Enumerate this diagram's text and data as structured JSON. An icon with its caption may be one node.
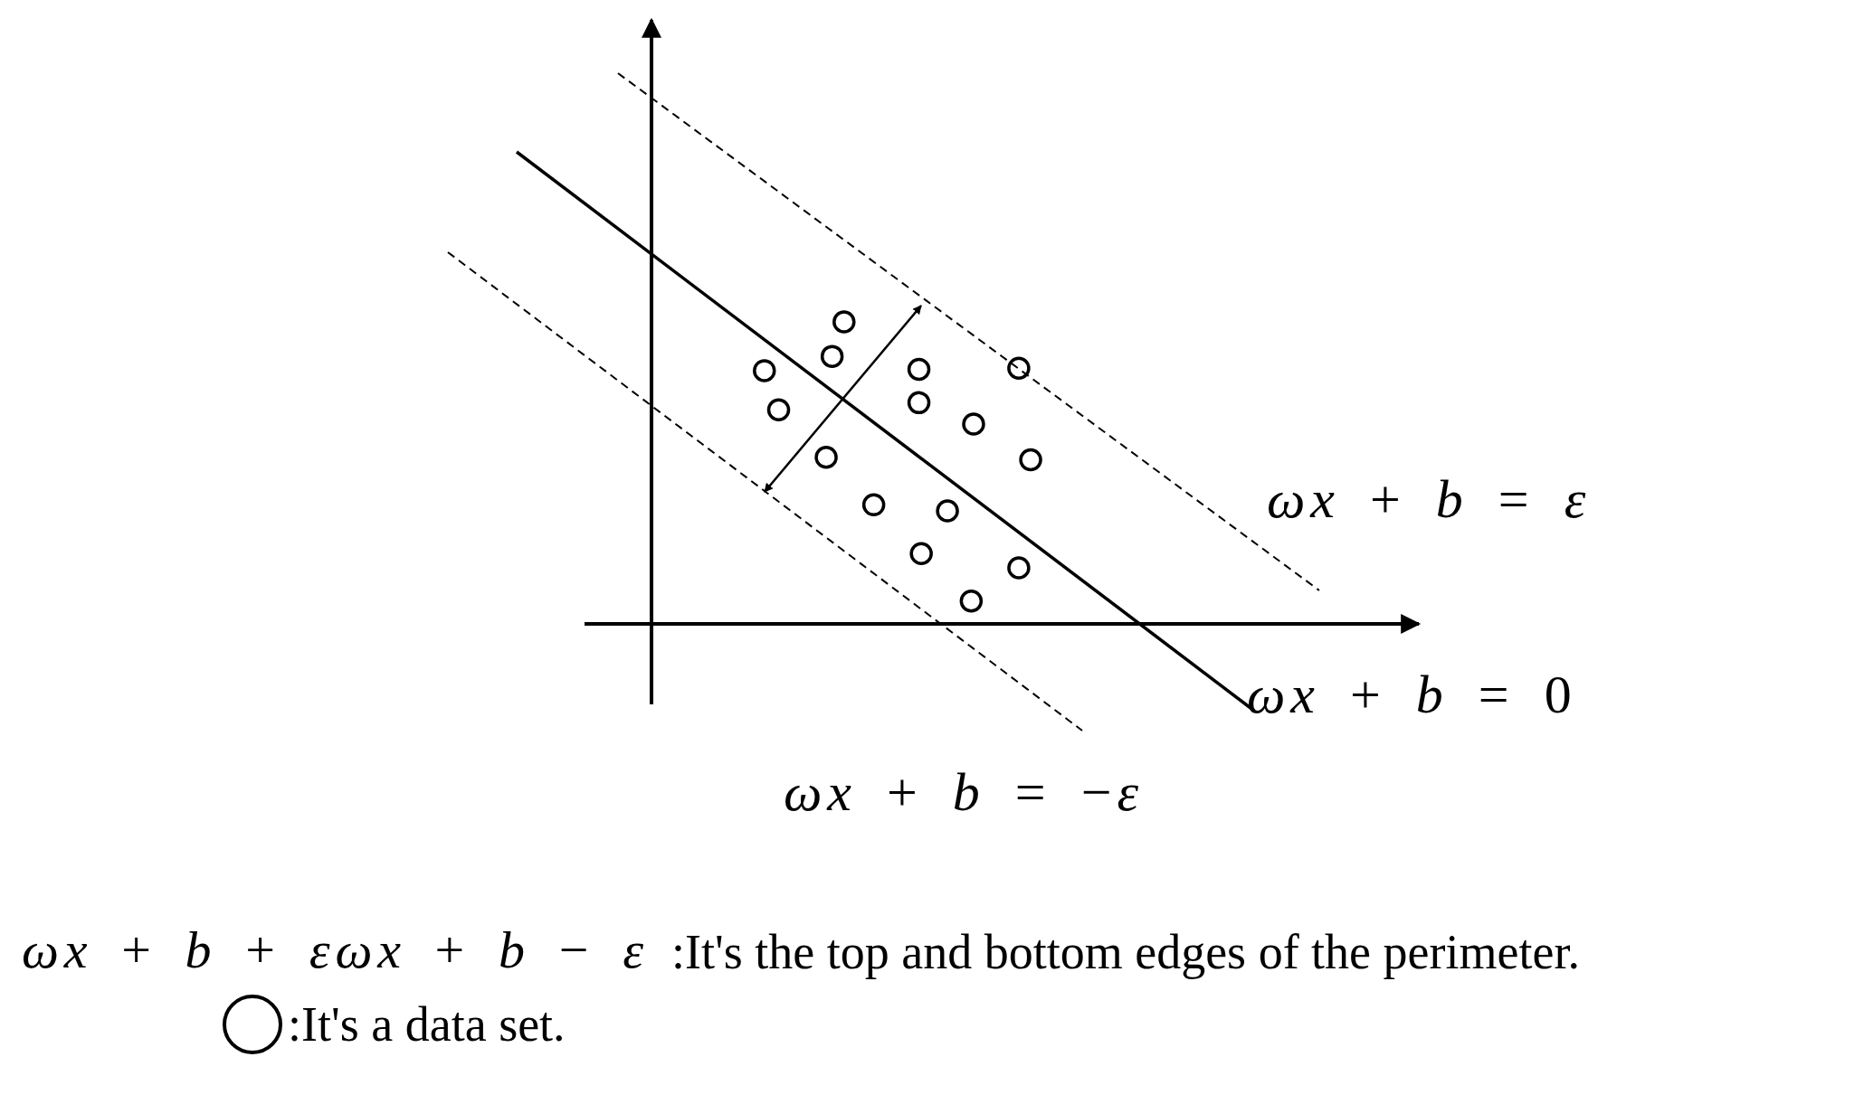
{
  "diagram": {
    "labels": [
      "*ωx* + *b* = *ε*",
      "*ωx* + *b* = 0",
      "*ωx* + *b* = −*ε*",
      "*ωx* + *b* + *εωx* + *b* − *ε*",
      ":It's the top and bottom edges of the perimeter."
    ],
    "legend": [
      {
        "text": ":It's a data set."
      }
    ]
  }
}
